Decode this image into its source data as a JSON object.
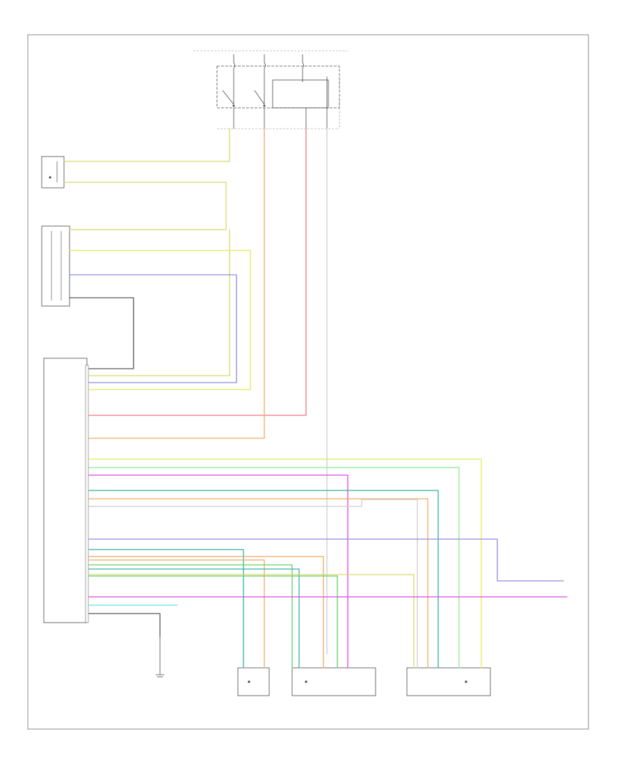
{
  "diagram": {
    "footer_code": "",
    "top_fuses": [
      {
        "rating": "",
        "name": ""
      },
      {
        "rating": "",
        "name": ""
      },
      {
        "rating": "",
        "name": ""
      }
    ],
    "central_junction_label": "",
    "module_label": "",
    "components": [
      {
        "id": "mode-actuator",
        "label": ""
      },
      {
        "id": "blower-switch",
        "label": ""
      },
      {
        "id": "recirc-actuator",
        "label": ""
      },
      {
        "id": "temp-actuator",
        "label": ""
      },
      {
        "id": "vent-actuator",
        "label": ""
      }
    ],
    "ground_label": "",
    "pin_labels": [],
    "wire_codes": [],
    "colors": {
      "yellow_green": "#d8d86a",
      "yellow": "#e8e850",
      "blue": "#8a8ae0",
      "orange": "#f0a860",
      "pink_red": "#f07080",
      "magenta": "#e040e0",
      "green": "#60d060",
      "light_green": "#90e890",
      "teal": "#30b0a0",
      "cyan": "#60e0e0",
      "gray": "#555555",
      "light_gray": "#cccccc"
    }
  }
}
